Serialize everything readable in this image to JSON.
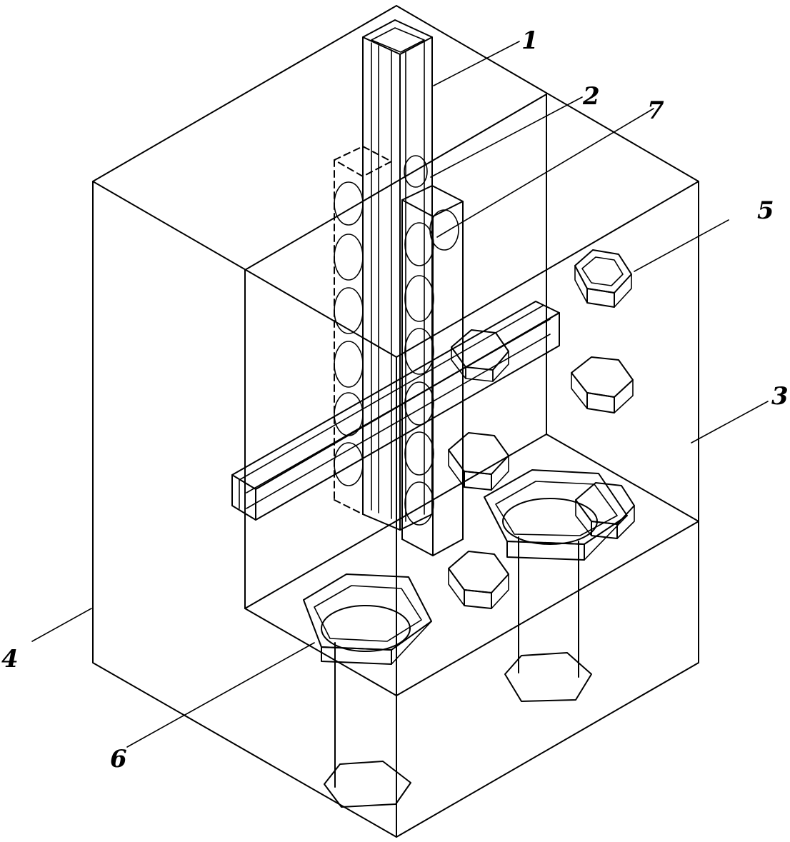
{
  "figure": {
    "callouts": [
      {
        "id": "1",
        "label": "1"
      },
      {
        "id": "2",
        "label": "2"
      },
      {
        "id": "3",
        "label": "3"
      },
      {
        "id": "4",
        "label": "4"
      },
      {
        "id": "5",
        "label": "5"
      },
      {
        "id": "6",
        "label": "6"
      },
      {
        "id": "7",
        "label": "7"
      }
    ],
    "line_color": "#000000",
    "background_color": "#ffffff"
  }
}
